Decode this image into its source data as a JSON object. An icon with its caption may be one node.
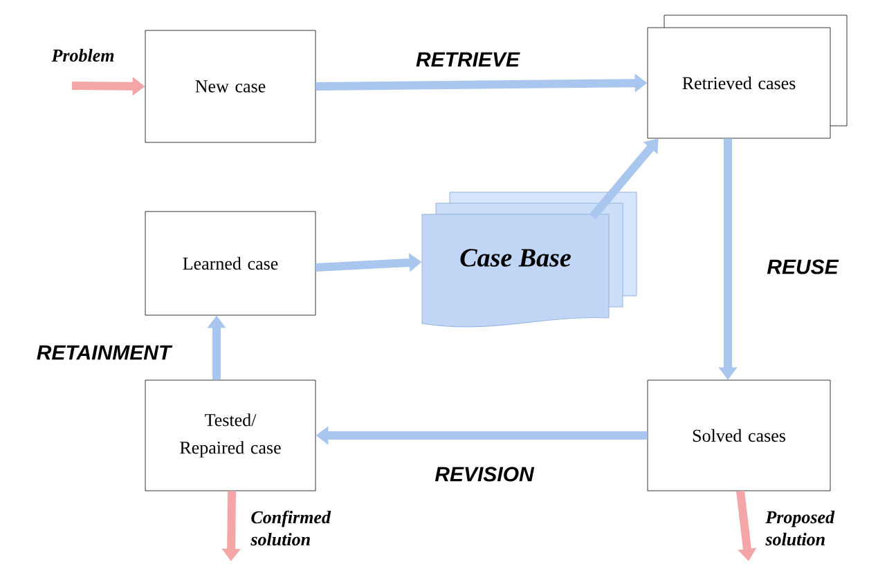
{
  "diagram": {
    "nodes": [
      {
        "text": [
          "New case"
        ]
      },
      {
        "text": [
          "Retrieved cases"
        ]
      },
      {
        "text": [
          "Learned case"
        ]
      },
      {
        "text": [
          "Case Base"
        ]
      },
      {
        "text": [
          "Tested/ Repaired case"
        ]
      },
      {
        "text": [
          "Solved cases"
        ]
      }
    ],
    "edges": [
      {
        "from": null,
        "to": 0,
        "arrow": "to",
        "label": "Problem",
        "color": "#f4a6a6"
      },
      {
        "from": 0,
        "to": 1,
        "arrow": "to",
        "label": "RETRIEVE"
      },
      {
        "from": 3,
        "to": 1,
        "arrow": "to"
      },
      {
        "from": 2,
        "to": 3,
        "arrow": "to"
      },
      {
        "from": 1,
        "to": 5,
        "arrow": "to",
        "label": "REUSE"
      },
      {
        "from": 5,
        "to": 4,
        "arrow": "to",
        "label": "REVISION"
      },
      {
        "from": 4,
        "to": 2,
        "arrow": "to",
        "label": "RETAINMENT"
      },
      {
        "from": 4,
        "to": null,
        "arrow": "to",
        "label": "Confirmed solution",
        "color": "#f4a6a6"
      },
      {
        "from": 5,
        "to": null,
        "arrow": "to",
        "label": "Proposed solution",
        "color": "#f4a6a6"
      }
    ]
  }
}
